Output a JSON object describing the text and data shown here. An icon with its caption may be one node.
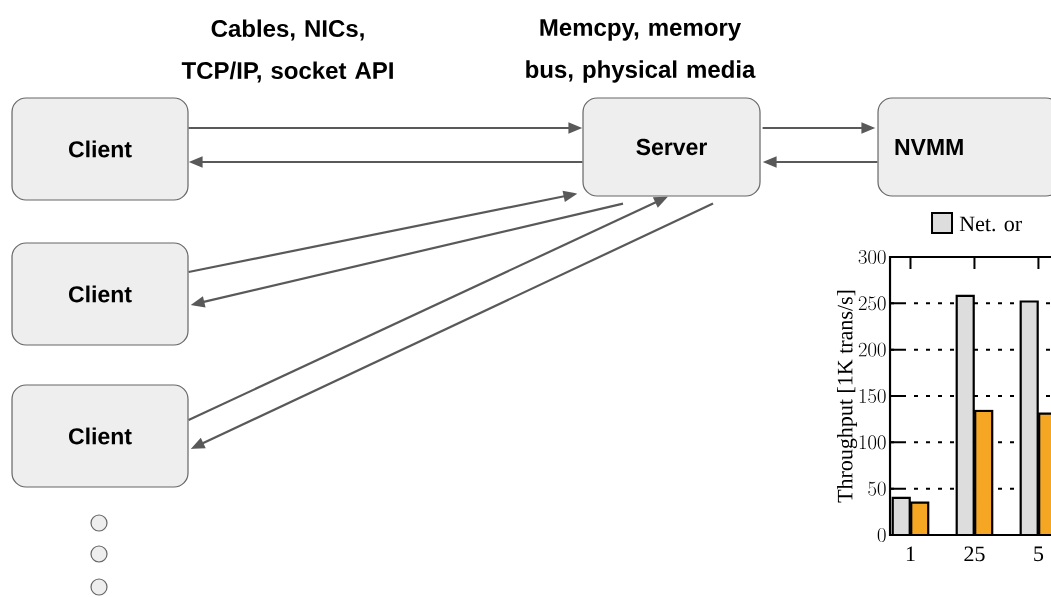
{
  "diagram": {
    "nodes": [
      {
        "text": [
          "Client"
        ]
      },
      {
        "text": [
          "Server"
        ]
      },
      {
        "text": [
          "NVMM"
        ]
      },
      {
        "text": [
          "Client"
        ]
      },
      {
        "text": [
          "Client"
        ]
      },
      {
        "text": [],
        "shape": "circle"
      },
      {
        "text": [],
        "shape": "circle"
      },
      {
        "text": [],
        "shape": "circle"
      }
    ],
    "edges": [
      {
        "from": 0,
        "to": 1,
        "arrow": "to"
      },
      {
        "from": 1,
        "to": 0,
        "arrow": "to"
      },
      {
        "from": 1,
        "to": 2,
        "arrow": "to"
      },
      {
        "from": 2,
        "to": 1,
        "arrow": "to"
      },
      {
        "from": 3,
        "to": 1,
        "arrow": "to"
      },
      {
        "from": 1,
        "to": 3,
        "arrow": "to"
      },
      {
        "from": 4,
        "to": 1,
        "arrow": "to"
      },
      {
        "from": 1,
        "to": 4,
        "arrow": "to"
      }
    ],
    "labels": [
      "Cables, NICs, TCP/IP, socket API",
      "Memcpy, memory bus, physical media"
    ],
    "chart_data": {
      "type": "bar",
      "ylabel": "Throughput [1K trans/s]",
      "categories": [
        "1",
        "25",
        "5"
      ],
      "series": [
        {
          "name": "Net. or",
          "color": "#dddddd",
          "values": [
            40,
            258,
            252
          ]
        },
        {
          "color": "#f5a623",
          "values": [
            35,
            134,
            131
          ]
        }
      ],
      "grid": true,
      "ylim": [
        0,
        300
      ],
      "yticks": [
        0,
        50,
        100,
        150,
        200,
        250,
        300
      ]
    }
  }
}
